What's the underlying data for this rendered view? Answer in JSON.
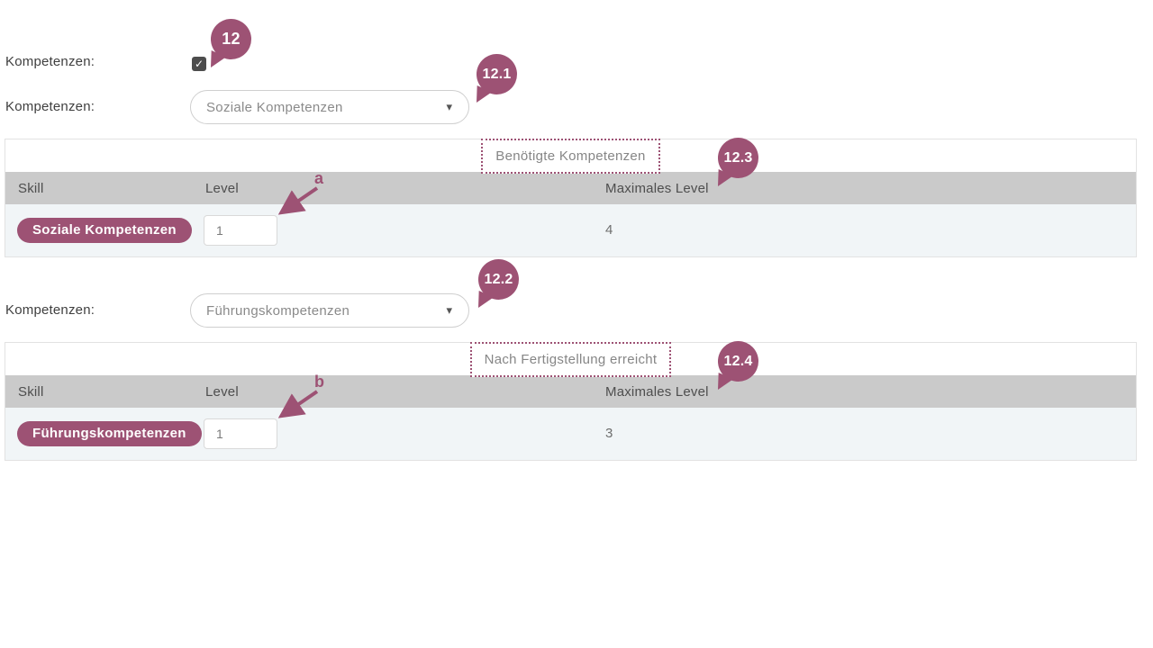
{
  "colors": {
    "accent": "#9d5274",
    "table_header_bg": "#cacaca",
    "table_row_bg": "#f1f5f7",
    "checkbox_bg": "#4d4d4d"
  },
  "icons": {
    "checkbox_check": "✓",
    "dropdown_caret": "▾"
  },
  "checkbox_row": {
    "label": "Kompetenzen:",
    "checked": true,
    "badge": "12"
  },
  "sections": [
    {
      "label": "Kompetenzen:",
      "dropdown_value": "Soziale Kompetenzen",
      "badge": "12.1",
      "table": {
        "title": "Benötigte Kompetenzen",
        "badge": "12.3",
        "columns": {
          "skill": "Skill",
          "level": "Level",
          "max": "Maximales Level"
        },
        "row": {
          "skill": "Soziale Kompetenzen",
          "level": "1",
          "max": "4"
        },
        "arrow_label": "a"
      }
    },
    {
      "label": "Kompetenzen:",
      "dropdown_value": "Führungskompetenzen",
      "badge": "12.2",
      "table": {
        "title": "Nach Fertigstellung erreicht",
        "badge": "12.4",
        "columns": {
          "skill": "Skill",
          "level": "Level",
          "max": "Maximales Level"
        },
        "row": {
          "skill": "Führungskompetenzen",
          "level": "1",
          "max": "3"
        },
        "arrow_label": "b"
      }
    }
  ]
}
